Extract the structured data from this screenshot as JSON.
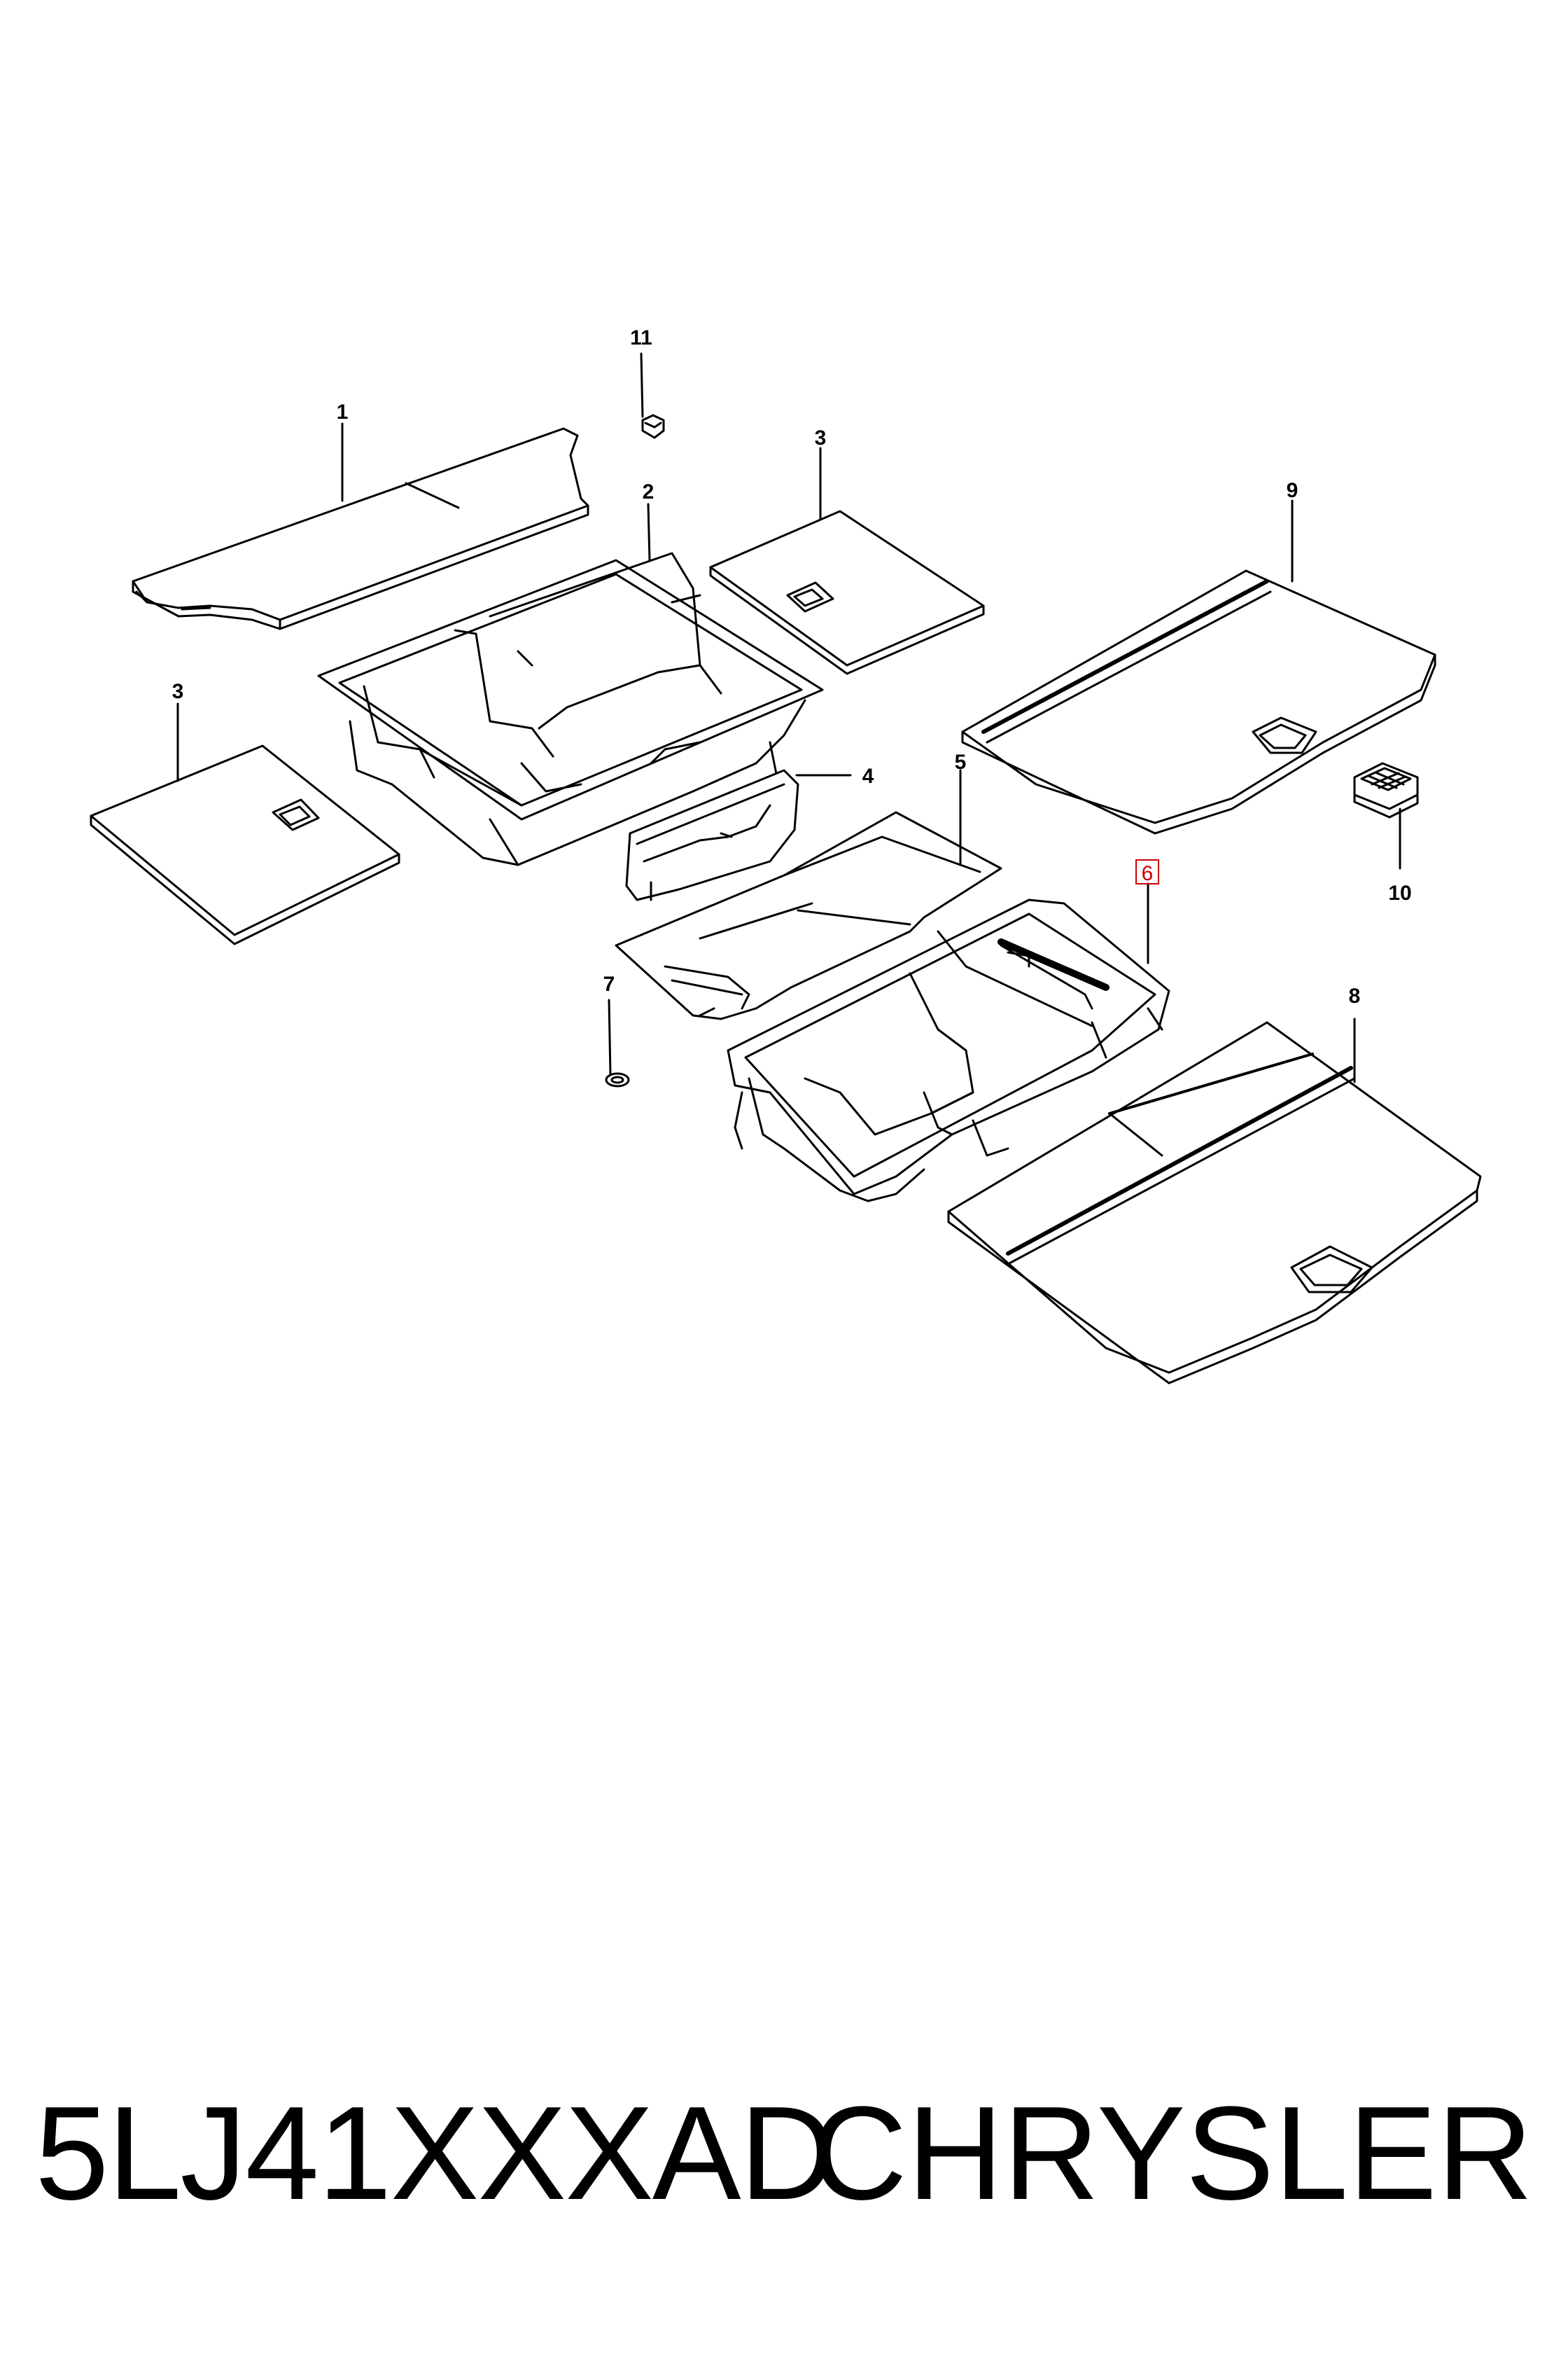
{
  "callouts": {
    "c1": "1",
    "c2": "2",
    "c3a": "3",
    "c3b": "3",
    "c4": "4",
    "c5": "5",
    "c6": "6",
    "c7": "7",
    "c8": "8",
    "c9": "9",
    "c10": "10",
    "c11": "11"
  },
  "footer": {
    "part_number": "5LJ41XXXAD",
    "brand": "CHRYSLER"
  },
  "colors": {
    "line": "#000000",
    "highlight": "#cc0000",
    "background": "#ffffff"
  }
}
